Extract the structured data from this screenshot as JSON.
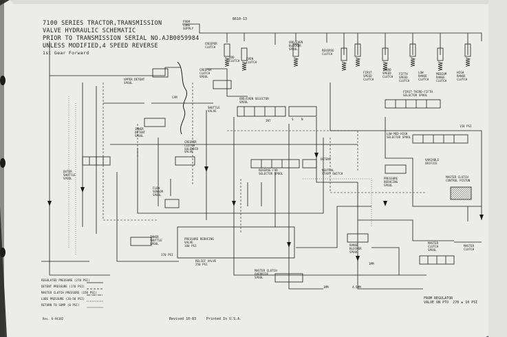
{
  "title": {
    "line1": "7100 SERIES TRACTOR,TRANSMISSION",
    "line2": "VALVE HYDRAULIC SCHEMATIC",
    "line3": "PRIOR TO TRANSMISSION SERIAL NO.AJB0059984",
    "line4": "UNLESS MODIFIED,4 SPEED REVERSE",
    "line5": "1st Gear Forward"
  },
  "drawing_no": "8610-13",
  "labels": {
    "from_lube_supply": "FROM\nLUBE\nSUPPLY",
    "creeper_clutch": "CREEPER\nCLUTCH",
    "odd_clutch": "ODD\nCLUTCH",
    "even_clutch": "EVEN\nCLUTCH",
    "odd_even_blocker_spool": "ODD/EVEN\nBLOCKER\nSPOOL",
    "reverse_clutch": "REVERSE\nCLUTCH",
    "first_speed_clutch": "FIRST\nSPEED\nCLUTCH",
    "third_speed_clutch": "THIRD\nSPEED\nCLUTCH",
    "fifth_speed_clutch": "FIFTH\nSPEED\nCLUTCH",
    "low_range_clutch": "LOW\nRANGE\nCLUTCH",
    "medium_range_clutch": "MEDIUM\nRANGE\nCLUTCH",
    "high_range_clutch": "HIGH\nRANGE\nCLUTCH",
    "upper_detent_spool": "UPPER DETENT\nSPOOL",
    "creeper_clutch_spool": "CREEPER\nCLUTCH\nSPOOL",
    "cam": "CAM",
    "odd_even_selector_spool": "ODD/EVEN SELECTOR\nSPOOL",
    "first_third_fifth": "FIRST-THIRD-FIFTH\nSELECTOR SPOOL",
    "shuttle_valve": "SHUTTLE\nVALVE",
    "inner_detent_spool": "INNER\nDETENT\nSPOOL",
    "creeper_clutch_solenoid": "CREEPER\nCLUTCH\nSOLENOID\nVALVE",
    "low_med_high_selector": "LOW-MED-HIGH\nSELECTOR SPOOL",
    "psi_150": "150 PSI",
    "outer_shuttle_spool": "OUTER\nSHUTTLE\nSPOOL",
    "detent": "DETENT",
    "reverse_fwd_selector": "REVERSE-FOR\nSELECTOR SPOOL",
    "neutral_start_switch": "NEUTRAL\nSTART SWITCH",
    "variable_orifice": "VARIABLE\nORIFICE",
    "pressure_reducing_spool": "PRESSURE\nREDUCING\nSPOOL",
    "master_clutch_control_piston": "MASTER CLUTCH\nCONTROL PISTON",
    "flow_sensor_spool": "FLOW\nSENSOR\nSPOOL",
    "inner_shuttle_spool": "INNER\nSHUTTLE\nSPOOL",
    "pressure_reducing_valve": "PRESSURE REDUCING\nVALVE\n100 PSI",
    "psi_170": "170 PSI",
    "relief_valve": "RELIEF VALVE\n250 PSI",
    "range_blocker_spool": "RANGE\nBLOCKER\nSPOOL",
    "master_clutch_spool": "MASTER\nCLUTCH\nSPOOL",
    "master_clutch": "MASTER\nCLUTCH",
    "master_clutch_override": "MASTER CLUTCH\nOVERRIDE\nSPOOL",
    "one_mm_a": "1MM",
    "one_mm_b": "1MM",
    "four_mm": "4.5MM",
    "from_regulator": "FROM REGULATOR\nVALVE ON PTO  270 ± 10 PSI",
    "int": "INT",
    "s_label": "S",
    "n_label": "N"
  },
  "legend": [
    {
      "label": "REGULATED PRESSURE (270 PSI)",
      "pattern": "solid"
    },
    {
      "label": "DETENT PRESSURE (170 PSI)",
      "pattern": "dash"
    },
    {
      "label": "MASTER CLUTCH PRESSURE (150 PSI)",
      "pattern": "dashdot"
    },
    {
      "label": "LUBE PRESSURE (20-50 PSI)",
      "pattern": "dot"
    },
    {
      "label": "RETURN TO SUMP (0 PSI)",
      "pattern": "thin"
    }
  ],
  "footer": {
    "rev": "Rev. 6-94382",
    "revised": "Revised 10-83",
    "printed": "Printed In U.S.A."
  }
}
